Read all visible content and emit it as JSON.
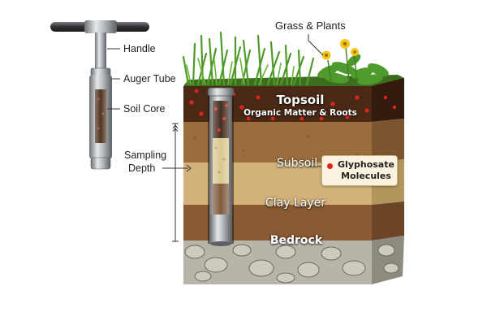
{
  "tool_labels": {
    "handle": "Handle",
    "auger_tube": "Auger Tube",
    "soil_core": "Soil Core",
    "sampling_depth_line1": "Sampling",
    "sampling_depth_line2": "Depth"
  },
  "top_label": "Grass & Plants",
  "layers": {
    "topsoil": "Topsoil",
    "topsoil_sub": "Organic Matter & Roots",
    "subsoil": "Subsoil",
    "clay": "Clay Layer",
    "bedrock": "Bedrock"
  },
  "callout": {
    "line1": "Glyphosate",
    "line2": "Molecules"
  },
  "colors": {
    "topsoil": "#4a2a16",
    "subsoil": "#9a6e3c",
    "clay": "#d2b27a",
    "bedrock": "#8a5a32",
    "stone": "#b9b4aa",
    "grass": "#4f9a2a",
    "molecule": "#e0241c",
    "flower": "#f3c51a"
  }
}
